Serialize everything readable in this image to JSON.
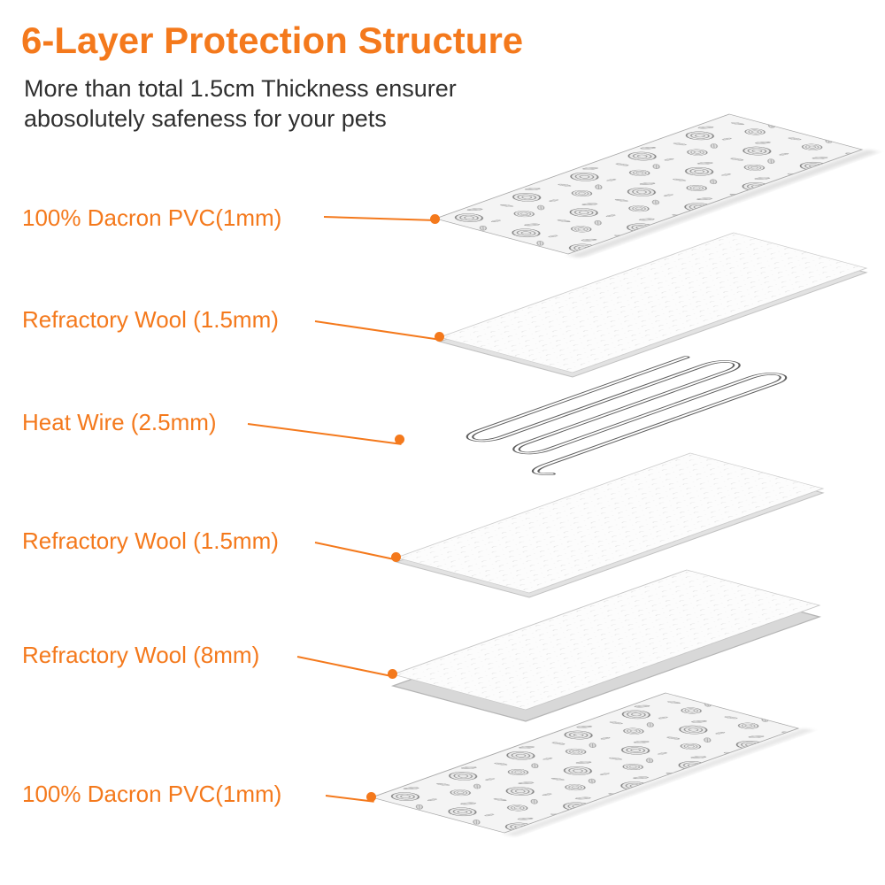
{
  "title": "6-Layer Protection Structure",
  "subtitle_line1": "More than total 1.5cm Thickness ensurer",
  "subtitle_line2": "abosolutely safeness for your pets",
  "accent_color": "#f4791c",
  "text_color": "#2f2f2f",
  "layers": [
    {
      "label": "100% Dacron PVC(1mm)",
      "type": "floral-pvc"
    },
    {
      "label": "Refractory Wool (1.5mm)",
      "type": "wool"
    },
    {
      "label": "Heat Wire (2.5mm)",
      "type": "heat-wire"
    },
    {
      "label": "Refractory Wool (1.5mm)",
      "type": "wool"
    },
    {
      "label": "Refractory Wool (8mm)",
      "type": "wool-thick"
    },
    {
      "label": "100% Dacron PVC(1mm)",
      "type": "floral-pvc"
    }
  ]
}
